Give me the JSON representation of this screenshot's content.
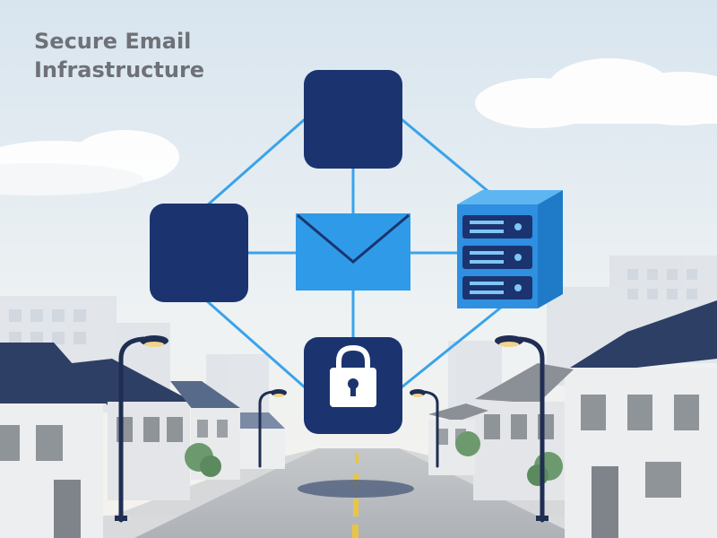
{
  "title": {
    "line1": "Secure Email",
    "line2": "Infrastructure"
  },
  "diagram": {
    "nodes": [
      {
        "id": "top-node",
        "icon": "blank-square-icon"
      },
      {
        "id": "left-node",
        "icon": "blank-square-icon"
      },
      {
        "id": "center-node",
        "icon": "envelope-icon"
      },
      {
        "id": "right-node",
        "icon": "server-icon"
      },
      {
        "id": "bottom-node",
        "icon": "padlock-icon"
      }
    ],
    "connections": [
      [
        "top-node",
        "left-node"
      ],
      [
        "top-node",
        "right-node"
      ],
      [
        "top-node",
        "center-node"
      ],
      [
        "left-node",
        "center-node"
      ],
      [
        "center-node",
        "right-node"
      ],
      [
        "left-node",
        "bottom-node"
      ],
      [
        "right-node",
        "bottom-node"
      ],
      [
        "center-node",
        "bottom-node"
      ]
    ]
  },
  "colors": {
    "node_dark": "#1b3470",
    "node_light": "#2f9be8",
    "connector": "#3aa3ea",
    "sky": "#dfe9f1",
    "road": "#b9bdc2",
    "roof": "#2e3f66",
    "title_text": "#6e7177"
  }
}
